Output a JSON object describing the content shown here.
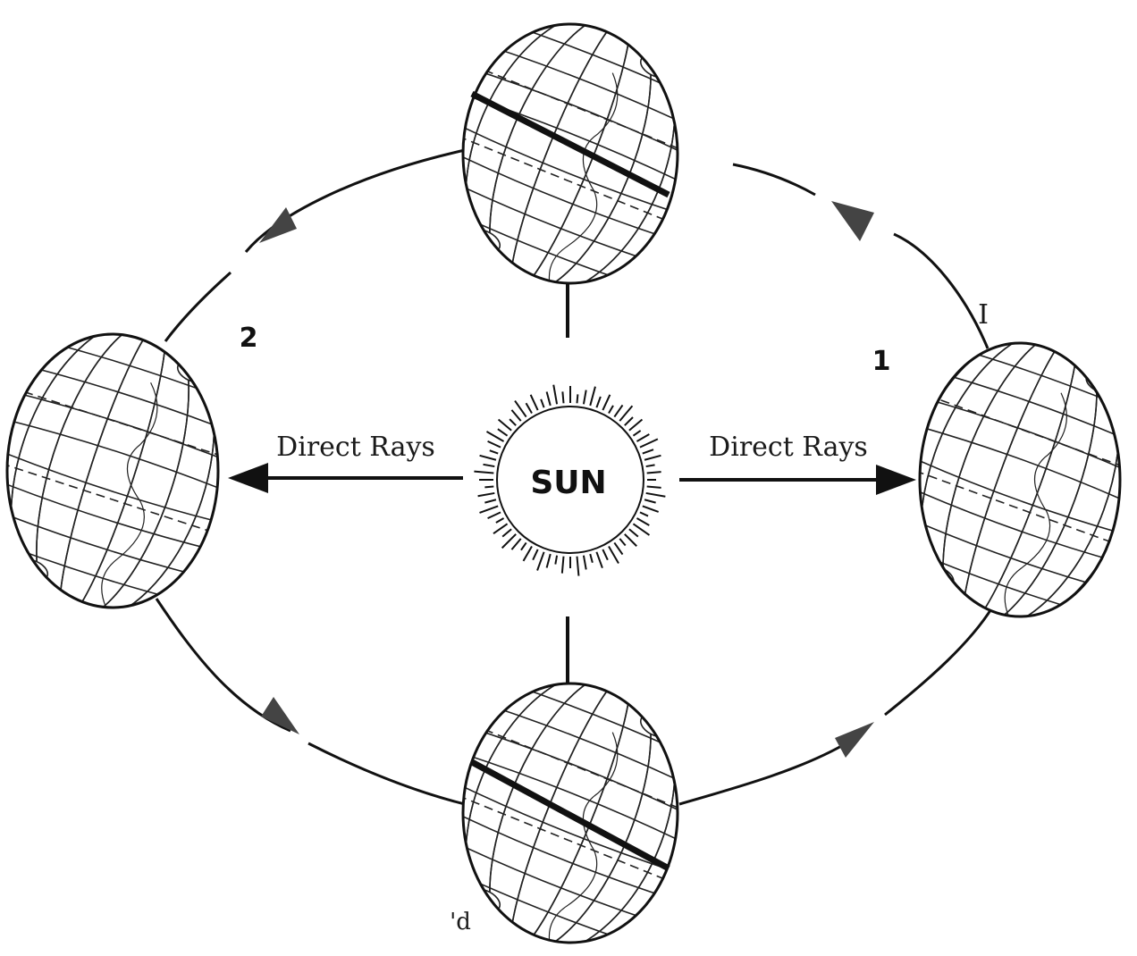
{
  "diagram": {
    "sun_label": "SUN",
    "rays_left_label": "Direct Rays",
    "rays_right_label": "Direct Rays",
    "position_1_label": "1",
    "position_2_label": "2",
    "stray_mark_right": "I",
    "stray_mark_bottom": "'d"
  },
  "colors": {
    "line": "#111111",
    "orbit_arrowhead": "#444444",
    "background": "#ffffff"
  }
}
